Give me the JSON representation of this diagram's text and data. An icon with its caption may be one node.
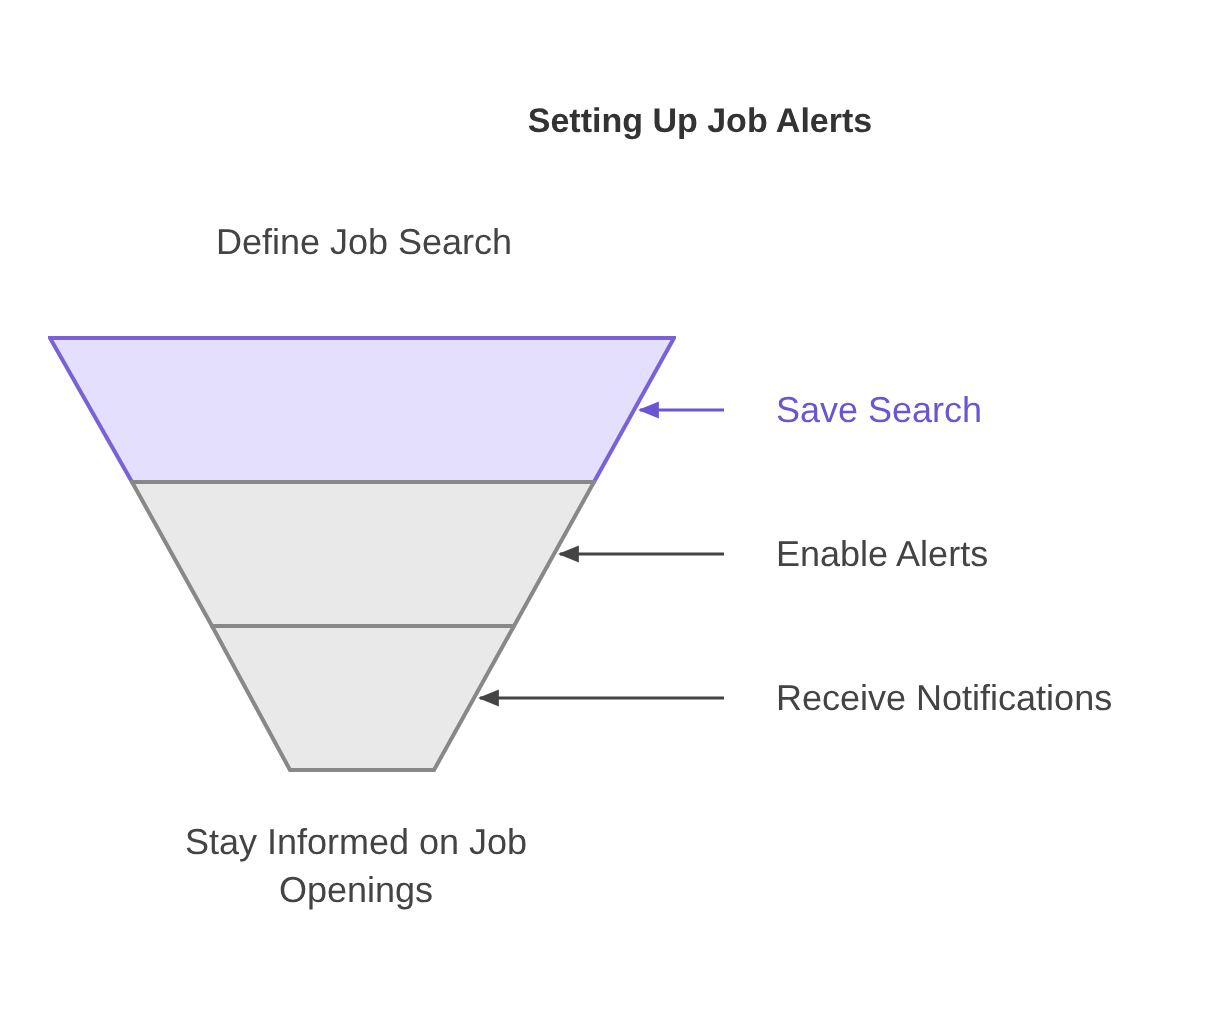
{
  "diagram": {
    "title": "Setting Up Job Alerts",
    "nodes": [
      {
        "text": [],
        "shape": "trapezoid"
      },
      {
        "text": [],
        "shape": "trapezoid"
      },
      {
        "text": [],
        "shape": "trapezoid"
      },
      {
        "text": [
          "Save Search"
        ]
      },
      {
        "text": [
          "Enable Alerts"
        ]
      },
      {
        "text": [
          "Receive Notifications"
        ]
      }
    ],
    "edges": [
      {
        "from": 3,
        "to": 0,
        "arrow": "to",
        "color": "#6b55d4"
      },
      {
        "from": 4,
        "to": 1,
        "arrow": "to"
      },
      {
        "from": 5,
        "to": 2,
        "arrow": "to"
      }
    ],
    "labels": [
      "Define Job Search",
      "Stay Informed on Job Openings"
    ]
  }
}
